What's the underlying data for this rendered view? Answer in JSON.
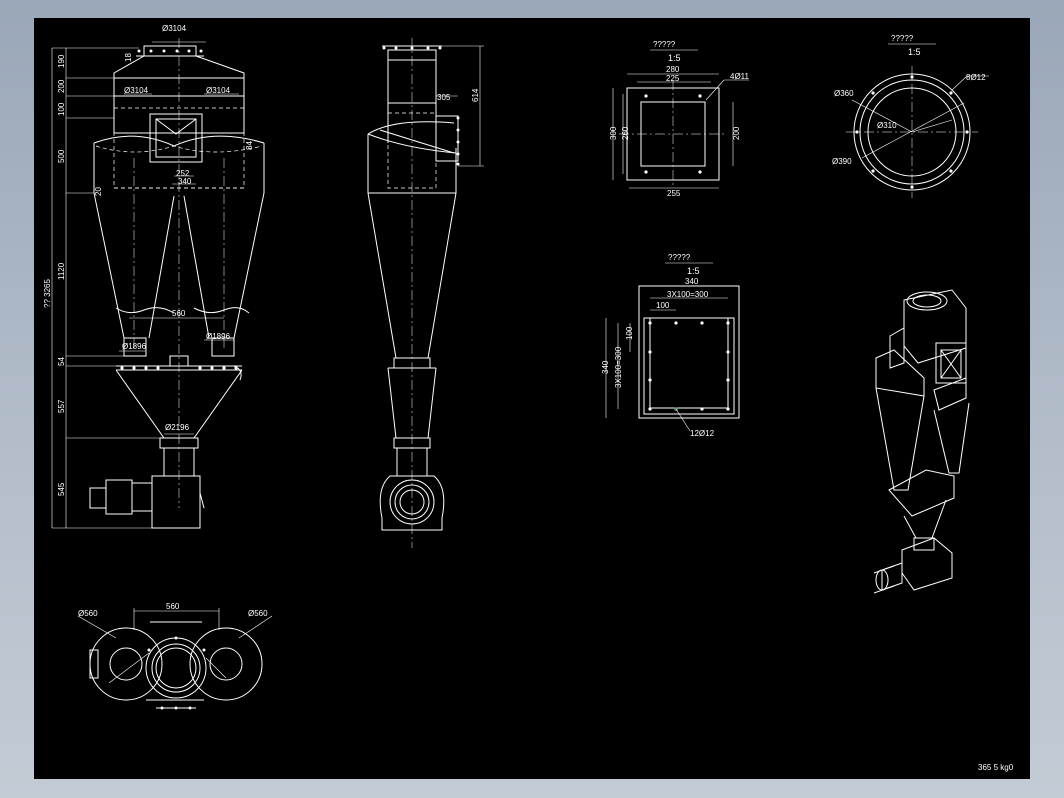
{
  "colors": {
    "background": "#9aa7b8",
    "sheet": "#000000",
    "line": "#ffffff",
    "accent": "#4a9e6a"
  },
  "front_view": {
    "dims": {
      "top_pipe": "Ø3104",
      "inlet_left": "Ø3104",
      "inlet_right": "Ø3104",
      "d_252": "252",
      "d_340": "340",
      "d_560": "560",
      "outlet_left": "Ø1896",
      "outlet_right": "Ø1896",
      "bottom_pipe": "Ø2196",
      "v_190": "190",
      "v_200": "200",
      "v_100": "100",
      "v_500": "500",
      "v_1120": "1120",
      "v_54": "54",
      "v_557": "557",
      "v_545": "545",
      "v_total": "?? 3265",
      "v_18": "18",
      "v_20": "20",
      "v_84": "84"
    }
  },
  "side_view": {
    "dims": {
      "d_305": "305",
      "d_614": "614"
    }
  },
  "plan_view": {
    "dims": {
      "d_560": "560",
      "left_circle": "Ø560",
      "right_circle": "Ø560"
    }
  },
  "flange_a": {
    "title": "?????",
    "scale": "1:5",
    "dims": {
      "top_280": "280",
      "top_225": "225",
      "holes": "4Ø11",
      "left_300": "300",
      "left_260": "260",
      "right_200": "200",
      "bottom_255": "255"
    }
  },
  "flange_b": {
    "title": "?????",
    "scale": "1:5",
    "dims": {
      "top_340": "340",
      "top_3x": "3X100=300",
      "top_100": "100",
      "left_100": "100",
      "left_3x": "3X100=300",
      "left_340": "340",
      "holes": "12Ø12"
    }
  },
  "flange_c": {
    "title": "?????",
    "scale": "1:5",
    "dims": {
      "holes": "8Ø12",
      "outer": "Ø360",
      "pcd": "Ø390",
      "inner": "Ø310"
    }
  },
  "title_block": {
    "code": "365 5 kg0"
  }
}
